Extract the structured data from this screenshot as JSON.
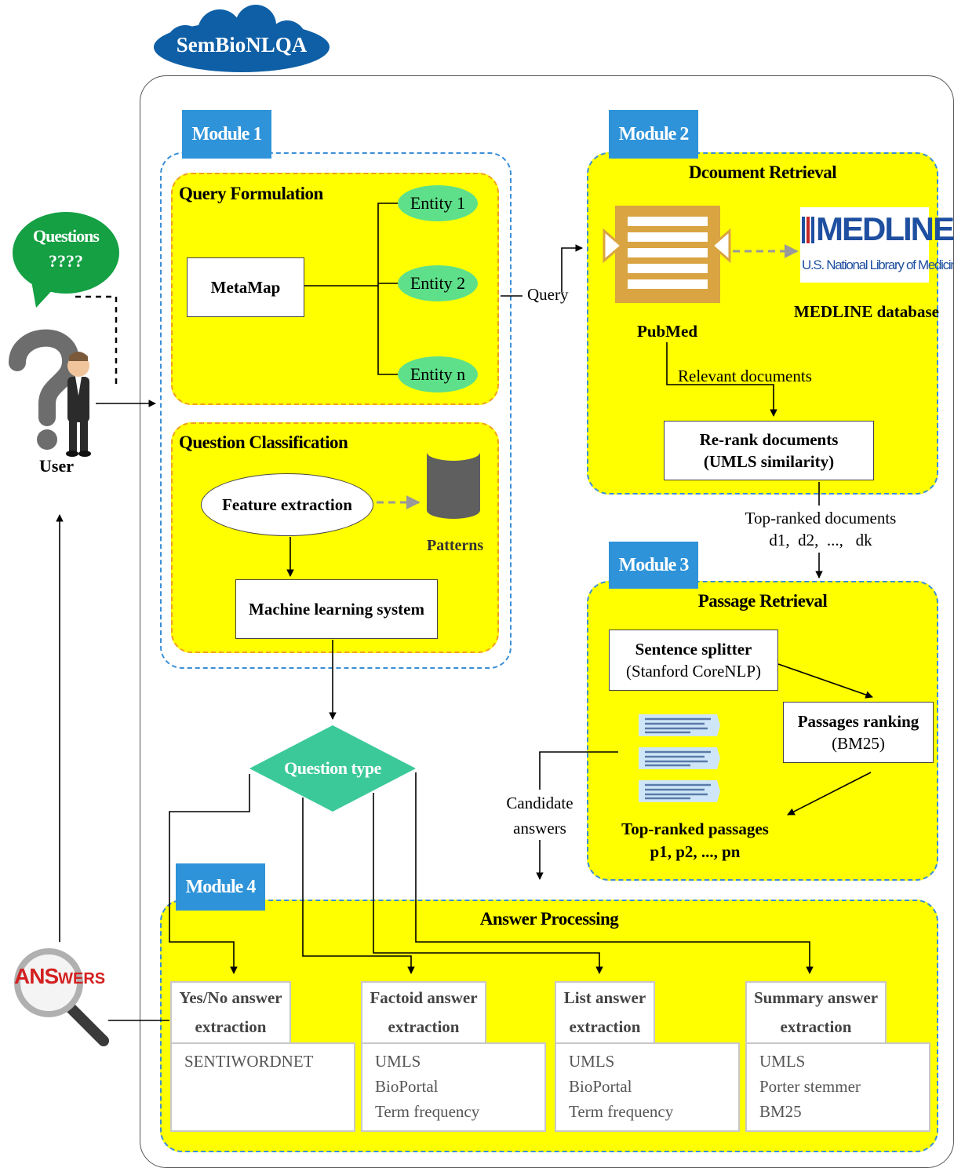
{
  "system_name": "SemBioNLQA",
  "user": {
    "label": "User",
    "bubble_line1": "Questions",
    "bubble_line2": "????"
  },
  "answers_logo": {
    "part1": "ANS",
    "part2": "WERS"
  },
  "module1": {
    "tag": "Module 1",
    "query_formulation": {
      "title": "Query Formulation",
      "metamap": "MetaMap",
      "entities": [
        "Entity 1",
        "Entity 2",
        "Entity n"
      ]
    },
    "question_classification": {
      "title": "Question Classification",
      "feature_extraction": "Feature extraction",
      "patterns": "Patterns",
      "ml_system": "Machine learning system"
    }
  },
  "query_label": "Query",
  "module2": {
    "tag": "Module 2",
    "title": "Dcoument Retrieval",
    "pubmed": "PubMed",
    "medline_logo": "MEDLINE",
    "medline_sub": "U.S. National Library of Medicine",
    "medline_db": "MEDLINE database",
    "relevant_docs": "Relevant documents",
    "rerank_line1": "Re-rank documents",
    "rerank_line2": "(UMLS similarity)"
  },
  "top_ranked_docs": {
    "line1": "Top-ranked documents",
    "line2": "d1,  d2,  ...,   dk"
  },
  "module3": {
    "tag": "Module 3",
    "title": "Passage Retrieval",
    "splitter_line1": "Sentence splitter",
    "splitter_line2": "(Stanford CoreNLP)",
    "ranking_line1": "Passages ranking",
    "ranking_line2": "(BM25)",
    "top_passages_line1": "Top-ranked passages",
    "top_passages_line2": "p1, p2, ..., pn"
  },
  "candidate_answers": {
    "line1": "Candidate",
    "line2": "answers"
  },
  "question_type": "Question type",
  "module4": {
    "tag": "Module 4",
    "title": "Answer Processing",
    "extractors": [
      {
        "head1": "Yes/No answer",
        "head2": "extraction",
        "items": [
          "SENTIWORDNET"
        ]
      },
      {
        "head1": "Factoid answer",
        "head2": "extraction",
        "items": [
          "UMLS",
          "BioPortal",
          "Term frequency"
        ]
      },
      {
        "head1": "List answer",
        "head2": "extraction",
        "items": [
          "UMLS",
          "BioPortal",
          "Term frequency"
        ]
      },
      {
        "head1": "Summary answer",
        "head2": "extraction",
        "items": [
          "UMLS",
          "Porter stemmer",
          "BM25"
        ]
      }
    ]
  },
  "colors": {
    "module_tag": "#2e93d9",
    "panel_fill": "#ffff00",
    "panel_border": "#3b8fd6",
    "entity_fill": "#5ee08a",
    "question_type_fill": "#3cc99a",
    "cloud": "#0e5fa6",
    "bubble": "#14a043",
    "pubmed": "#d9a441"
  }
}
